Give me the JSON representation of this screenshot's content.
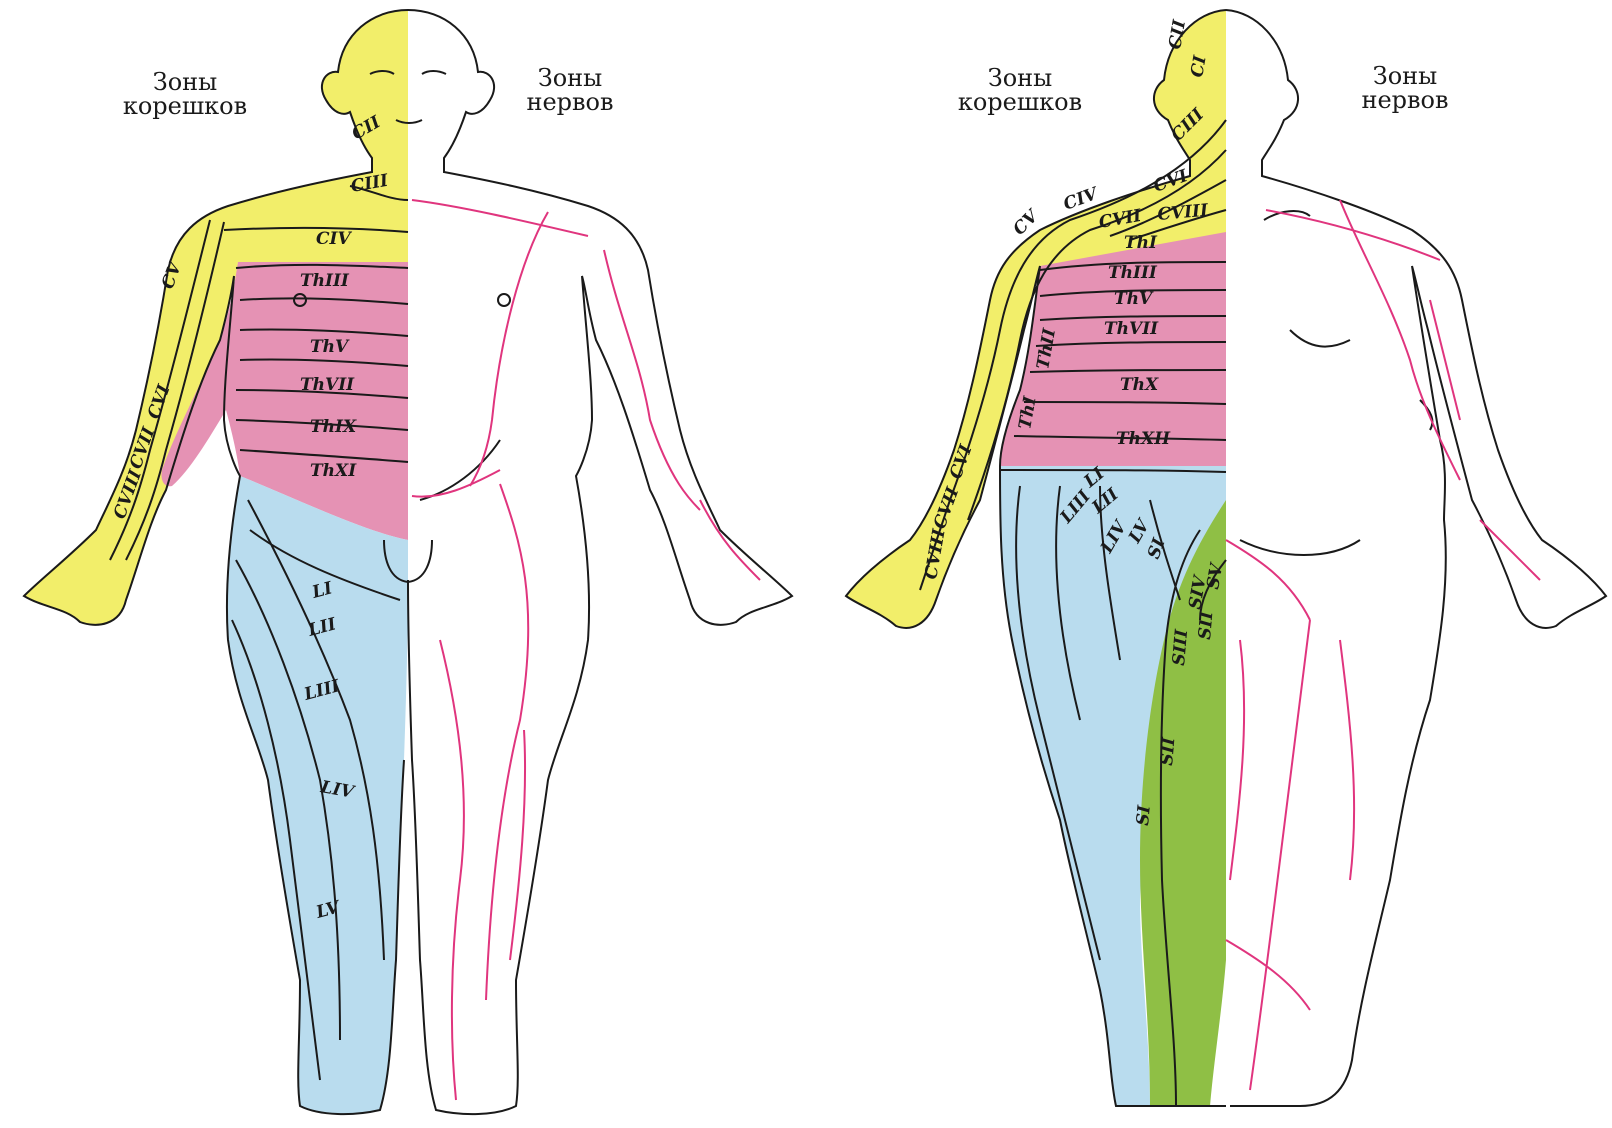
{
  "front": {
    "roots_caption": [
      "Зоны",
      "корешков"
    ],
    "nerves_caption": [
      "Зоны",
      "нервов"
    ],
    "segments": {
      "c2": "CII",
      "c3": "CIII",
      "c4": "CIV",
      "c5": "CV",
      "c6": "CVI",
      "c7": "CVII",
      "c8": "CVIII",
      "th3": "ThIII",
      "th5": "ThV",
      "th7": "ThVII",
      "th9": "ThIX",
      "th11": "ThXI",
      "l1": "LI",
      "l2": "LII",
      "l3": "LIII",
      "l4": "LIV",
      "l5": "LV"
    }
  },
  "back": {
    "roots_caption": [
      "Зоны",
      "корешков"
    ],
    "nerves_caption": [
      "Зоны",
      "нервов"
    ],
    "segments": {
      "c2": "CII",
      "c3": "CIII",
      "c4": "CIV",
      "c5": "CV",
      "c6": "CVI",
      "c7": "CVII",
      "c8": "CVIII",
      "c1": "CI",
      "c6b": "CVI",
      "th1": "ThI",
      "th2": "ThII",
      "th3": "ThIII",
      "th4": "ThI",
      "th5": "ThV",
      "th7": "ThVII",
      "th10": "ThX",
      "th12": "ThXII",
      "l1": "LI",
      "l2": "LII",
      "l3": "LIII",
      "l4": "LIV",
      "l5": "LV",
      "s1": "SI",
      "s2": "SII",
      "s3": "SIII",
      "s4": "SIV",
      "s5": "SV",
      "s1b": "SI",
      "s2b": "SII"
    }
  },
  "colors": {
    "cervical": "#f2ee6a",
    "thoracic": "#e592b4",
    "lumbar": "#b9dcee",
    "sacral": "#8fbf45",
    "nerve_line": "#e0357e",
    "outline": "#1a1a1a"
  }
}
